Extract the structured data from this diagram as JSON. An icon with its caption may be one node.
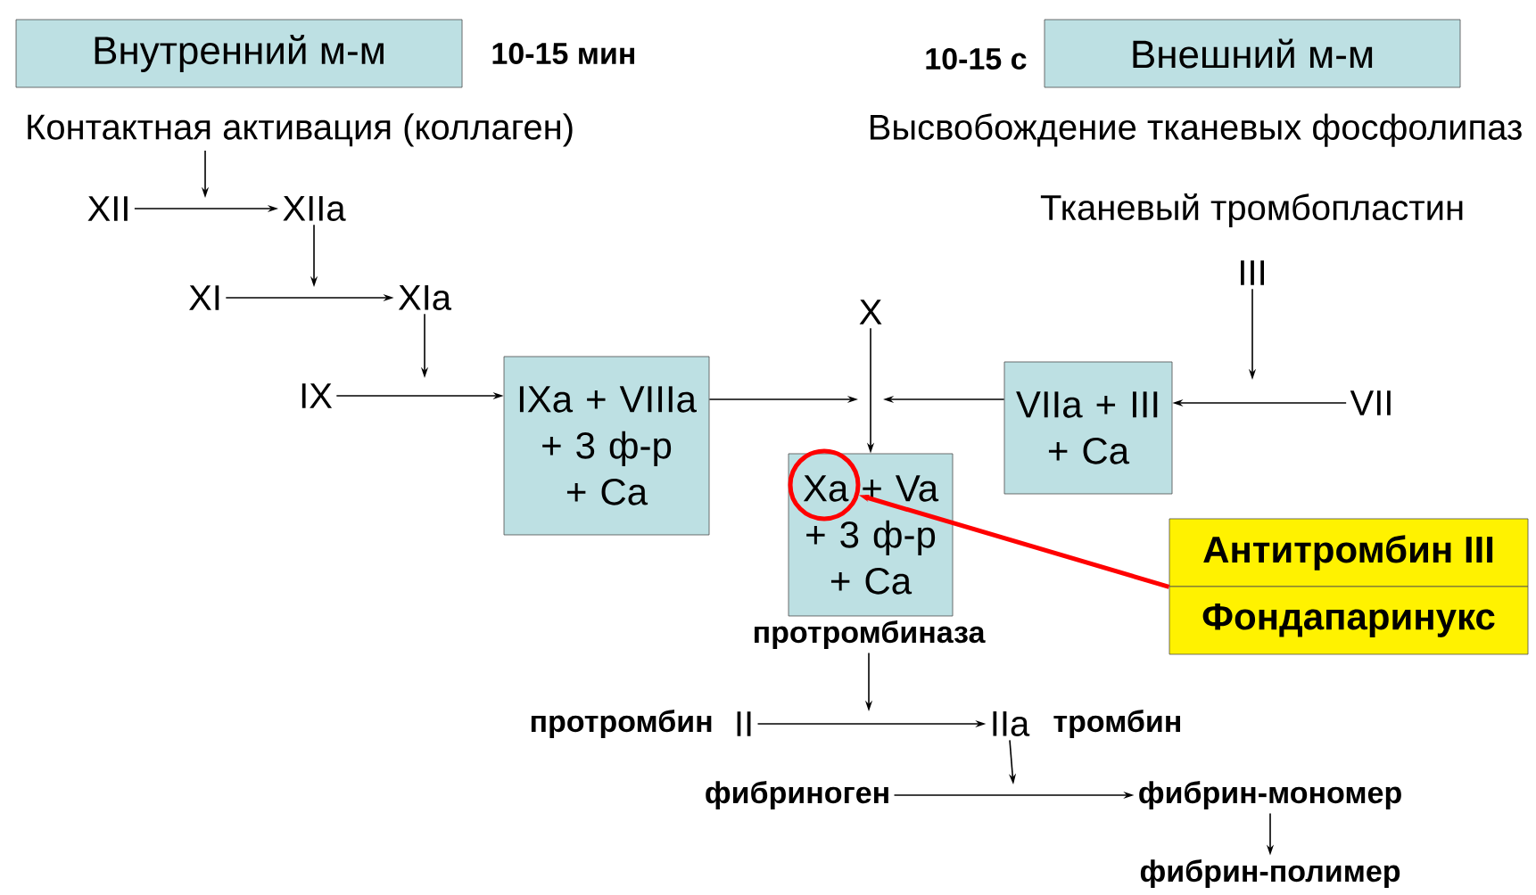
{
  "diagram": {
    "nodes": [
      {
        "text": [
          "Внутренний м-м"
        ],
        "beside": [
          "10-15 мин"
        ]
      },
      {
        "text": [
          "Внешний м-м"
        ],
        "beside": [
          "10-15 с"
        ]
      },
      {
        "text": [
          "Контактная активация (коллаген)"
        ]
      },
      {
        "text": [
          "XII"
        ]
      },
      {
        "text": [
          "XIIa"
        ]
      },
      {
        "text": [
          "XI"
        ]
      },
      {
        "text": [
          "XIa"
        ]
      },
      {
        "text": [
          "IX"
        ]
      },
      {
        "text": [
          "IXa + VIIIa + 3 ф-р + Ca"
        ]
      },
      {
        "text": [
          "X"
        ]
      },
      {
        "text": [
          "VIIa + III + Ca"
        ]
      },
      {
        "text": [
          "VII"
        ]
      },
      {
        "text": [
          "III"
        ]
      },
      {
        "text": [
          "Тканевый тромбопластин"
        ]
      },
      {
        "text": [
          "Высвобождение тканевых фосфолипаз"
        ]
      },
      {
        "text": [
          "Xa + Va + 3 ф-р + Ca"
        ]
      },
      {
        "text": [
          "Антитромбин III"
        ]
      },
      {
        "text": [
          "Фондапаринукс"
        ]
      },
      {
        "text": [],
        "shape": "circle",
        "in": 15
      },
      {
        "text": [
          "протромбиназа"
        ]
      },
      {
        "text": [
          "II"
        ],
        "beside": [
          "протромбин"
        ]
      },
      {
        "text": [
          "IIa"
        ],
        "beside": [
          "тромбин"
        ]
      },
      {
        "text": [
          "фибриноген"
        ]
      },
      {
        "text": [
          "фибрин-мономер"
        ]
      },
      {
        "text": [
          "фибрин-полимер"
        ]
      }
    ],
    "edges": [
      {
        "from": 2,
        "to": null,
        "arrow": "to"
      },
      {
        "from": 3,
        "to": 4,
        "arrow": "to"
      },
      {
        "from": 4,
        "to": null,
        "arrow": "to"
      },
      {
        "from": 5,
        "to": 6,
        "arrow": "to"
      },
      {
        "from": 6,
        "to": null,
        "arrow": "to"
      },
      {
        "from": 7,
        "to": 8,
        "arrow": "to"
      },
      {
        "from": 8,
        "to": null,
        "arrow": "to"
      },
      {
        "from": 10,
        "to": null,
        "arrow": "to"
      },
      {
        "from": 11,
        "to": 10,
        "arrow": "to"
      },
      {
        "from": 12,
        "to": null,
        "arrow": "to"
      },
      {
        "from": 9,
        "to": 15,
        "arrow": "to"
      },
      {
        "from": 16,
        "to": 18,
        "arrow": "to",
        "style": "thick",
        "color": "#ff0000"
      },
      {
        "from": 19,
        "to": null,
        "arrow": "to"
      },
      {
        "from": 20,
        "to": 21,
        "arrow": "to"
      },
      {
        "from": 21,
        "to": null,
        "arrow": "to"
      },
      {
        "from": 22,
        "to": 23,
        "arrow": "to"
      },
      {
        "from": 23,
        "to": 24,
        "arrow": "to"
      }
    ]
  }
}
